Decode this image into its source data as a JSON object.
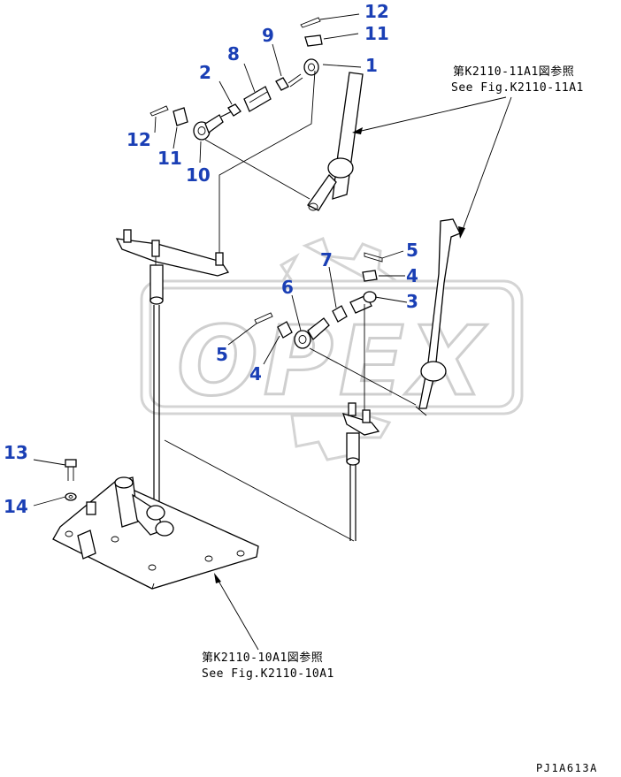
{
  "watermark": {
    "text": "OPEX"
  },
  "references": {
    "upper": {
      "jp": "第K2110-11A1図参照",
      "en": "See Fig.K2110-11A1"
    },
    "lower": {
      "jp": "第K2110-10A1図参照",
      "en": "See Fig.K2110-10A1"
    }
  },
  "part_numbers": {
    "p1": "1",
    "p2": "2",
    "p3": "3",
    "p4a": "4",
    "p4b": "4",
    "p5a": "5",
    "p5b": "5",
    "p6": "6",
    "p7": "7",
    "p8": "8",
    "p9": "9",
    "p10": "10",
    "p11a": "11",
    "p11b": "11",
    "p12a": "12",
    "p12b": "12",
    "p13": "13",
    "p14": "14"
  },
  "drawing_code": "PJ1A613A",
  "colors": {
    "part_number": "#1a3fb5",
    "line": "#000000",
    "watermark": "#d4d4d4"
  }
}
